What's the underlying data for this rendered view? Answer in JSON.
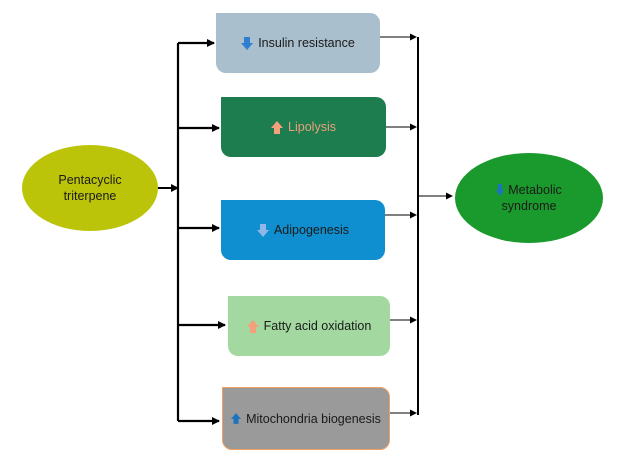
{
  "source": {
    "line1": "Pentacyclic",
    "line2": "triterpene"
  },
  "target": {
    "line1": "Metabolic",
    "line2": "syndrome",
    "icon": "down-arrow-icon",
    "icon_color": "#1e73be"
  },
  "effects": [
    {
      "label": "Insulin resistance",
      "direction": "down",
      "icon": "down-arrow-icon",
      "fill": "#a9bfcd",
      "icon_color": "#2f7fd0",
      "text_color": "#1a1a1a"
    },
    {
      "label": "Lipolysis",
      "direction": "up",
      "icon": "up-arrow-icon",
      "fill": "#1e7d4e",
      "icon_color": "#f4a07a",
      "text_color": "#e8a07e"
    },
    {
      "label": "Adipogenesis",
      "direction": "down",
      "icon": "down-arrow-icon",
      "fill": "#0f8fcf",
      "icon_color": "#8fb8e8",
      "text_color": "#1a1a1a"
    },
    {
      "label": "Fatty acid oxidation",
      "direction": "up",
      "icon": "up-arrow-icon",
      "fill": "#a3d9a0",
      "icon_color": "#f4a07a",
      "text_color": "#1a1a1a"
    },
    {
      "label": "Mitochondria biogenesis",
      "direction": "up",
      "icon": "up-arrow-icon",
      "fill": "#9a9a9a",
      "icon_color": "#1e73be",
      "text_color": "#1a1a1a",
      "border": "#f0a060"
    }
  ],
  "colors": {
    "source_fill": "#bcc40a",
    "target_fill": "#1a9a2c",
    "arrow": "#000000"
  }
}
